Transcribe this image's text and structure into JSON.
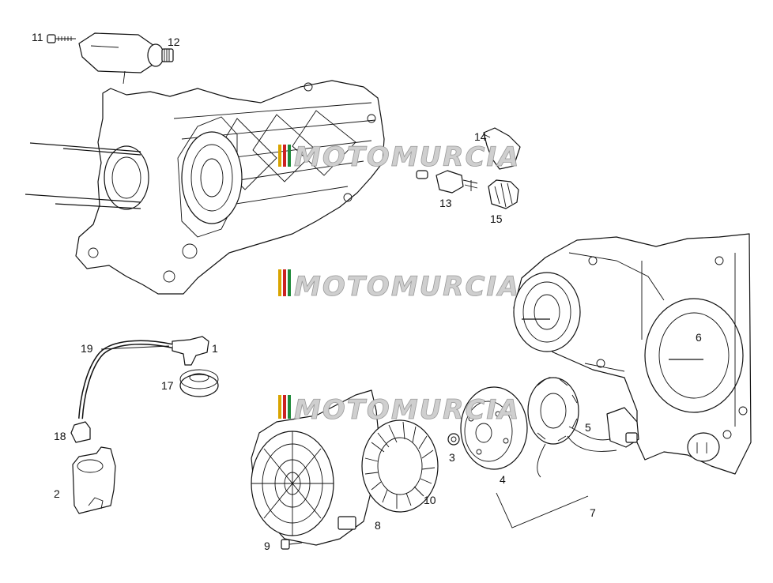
{
  "watermark": {
    "text": "MOTOMURCIA",
    "stripe_colors": [
      "#d9a400",
      "#cc2222",
      "#1e8a3a"
    ]
  },
  "part_labels": [
    {
      "id": "1",
      "text": "1"
    },
    {
      "id": "2",
      "text": "2"
    },
    {
      "id": "3",
      "text": "3"
    },
    {
      "id": "4",
      "text": "4"
    },
    {
      "id": "5",
      "text": "5"
    },
    {
      "id": "6",
      "text": "6"
    },
    {
      "id": "7",
      "text": "7"
    },
    {
      "id": "8",
      "text": "8"
    },
    {
      "id": "9",
      "text": "9"
    },
    {
      "id": "10",
      "text": "10"
    },
    {
      "id": "11",
      "text": "11"
    },
    {
      "id": "12",
      "text": "12"
    },
    {
      "id": "13",
      "text": "13"
    },
    {
      "id": "14",
      "text": "14"
    },
    {
      "id": "15",
      "text": "15"
    },
    {
      "id": "17",
      "text": "17"
    },
    {
      "id": "18",
      "text": "18"
    },
    {
      "id": "19",
      "text": "19"
    }
  ]
}
